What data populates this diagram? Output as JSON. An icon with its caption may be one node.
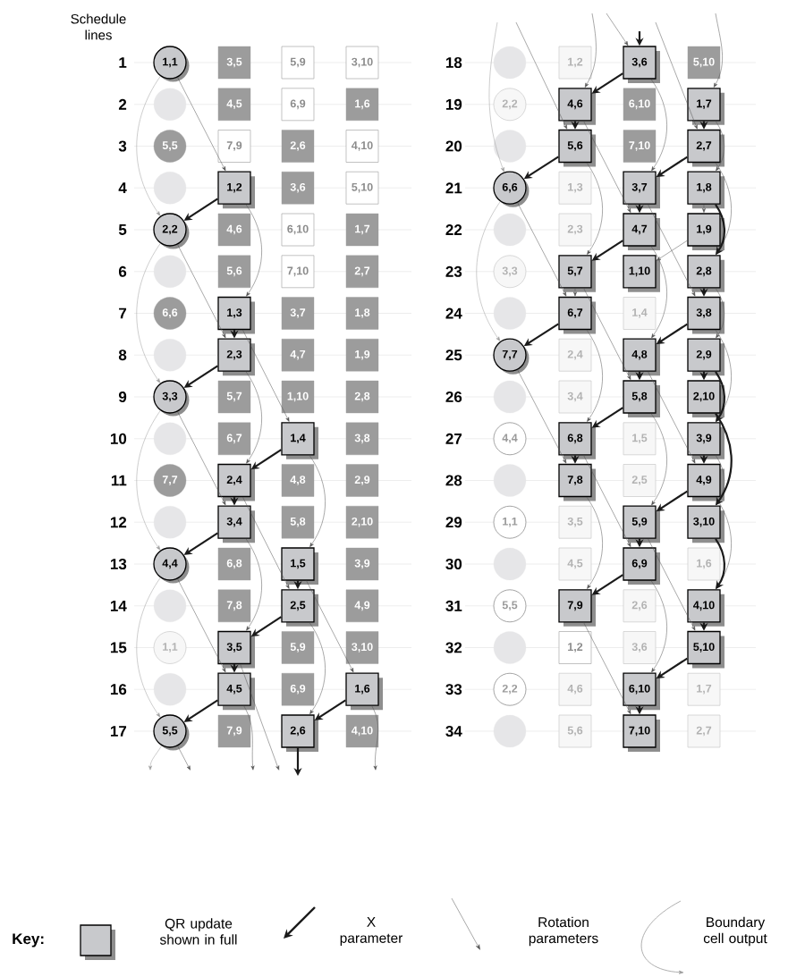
{
  "diagram": {
    "nodes": [
      {
        "text": [
          "1,1"
        ]
      },
      {
        "text": [
          "3,5"
        ]
      },
      {
        "text": [
          "5,9"
        ]
      },
      {
        "text": [
          "3,10"
        ]
      },
      {
        "text": [],
        "shape": "circle"
      },
      {
        "text": [
          "4,5"
        ]
      },
      {
        "text": [
          "6,9"
        ]
      },
      {
        "text": [
          "1,6"
        ]
      },
      {
        "text": [
          "5,5"
        ]
      },
      {
        "text": [
          "7,9"
        ]
      },
      {
        "text": [
          "2,6"
        ]
      },
      {
        "text": [
          "4,10"
        ]
      },
      {
        "text": [],
        "shape": "circle"
      },
      {
        "text": [
          "1,2"
        ]
      },
      {
        "text": [
          "3,6"
        ]
      },
      {
        "text": [
          "5,10"
        ]
      },
      {
        "text": [
          "2,2"
        ]
      },
      {
        "text": [
          "4,6"
        ]
      },
      {
        "text": [
          "6,10"
        ]
      },
      {
        "text": [
          "1,7"
        ]
      },
      {
        "text": [],
        "shape": "circle"
      },
      {
        "text": [
          "5,6"
        ]
      },
      {
        "text": [
          "7,10"
        ]
      },
      {
        "text": [
          "2,7"
        ]
      },
      {
        "text": [
          "6,6"
        ]
      },
      {
        "text": [
          "1,3"
        ]
      },
      {
        "text": [
          "3,7"
        ]
      },
      {
        "text": [
          "1,8"
        ]
      },
      {
        "text": [],
        "shape": "circle"
      },
      {
        "text": [
          "2,3"
        ]
      },
      {
        "text": [
          "4,7"
        ]
      },
      {
        "text": [
          "1,9"
        ]
      },
      {
        "text": [
          "3,3"
        ]
      },
      {
        "text": [
          "5,7"
        ]
      },
      {
        "text": [
          "1,10"
        ]
      },
      {
        "text": [
          "2,8"
        ]
      },
      {
        "text": [],
        "shape": "circle"
      },
      {
        "text": [
          "6,7"
        ]
      },
      {
        "text": [
          "1,4"
        ]
      },
      {
        "text": [
          "3,8"
        ]
      },
      {
        "text": [
          "7,7"
        ]
      },
      {
        "text": [
          "2,4"
        ]
      },
      {
        "text": [
          "4,8"
        ]
      },
      {
        "text": [
          "2,9"
        ]
      },
      {
        "text": [],
        "shape": "circle"
      },
      {
        "text": [
          "3,4"
        ]
      },
      {
        "text": [
          "5,8"
        ]
      },
      {
        "text": [
          "2,10"
        ]
      },
      {
        "text": [
          "4,4"
        ]
      },
      {
        "text": [
          "6,8"
        ]
      },
      {
        "text": [
          "1,5"
        ]
      },
      {
        "text": [
          "3,9"
        ]
      },
      {
        "text": [],
        "shape": "circle"
      },
      {
        "text": [
          "7,8"
        ]
      },
      {
        "text": [
          "2,5"
        ]
      },
      {
        "text": [
          "4,9"
        ]
      },
      {
        "text": [
          "1,1"
        ]
      },
      {
        "text": [
          "3,5"
        ]
      },
      {
        "text": [
          "5,9"
        ]
      },
      {
        "text": [
          "3,10"
        ]
      },
      {
        "text": [],
        "shape": "circle"
      },
      {
        "text": [
          "4,5"
        ]
      },
      {
        "text": [
          "6,9"
        ]
      },
      {
        "text": [
          "1,6"
        ]
      },
      {
        "text": [
          "5,5"
        ]
      },
      {
        "text": [
          "7,9"
        ]
      },
      {
        "text": [
          "2,6"
        ]
      },
      {
        "text": [
          "4,10"
        ]
      },
      {
        "text": [],
        "shape": "circle"
      },
      {
        "text": [
          "1,2"
        ]
      },
      {
        "text": [
          "3,6"
        ]
      },
      {
        "text": [
          "5,10"
        ]
      },
      {
        "text": [
          "2,2"
        ]
      },
      {
        "text": [
          "4,6"
        ]
      },
      {
        "text": [
          "6,10"
        ]
      },
      {
        "text": [
          "1,7"
        ]
      },
      {
        "text": [],
        "shape": "circle"
      },
      {
        "text": [
          "5,6"
        ]
      },
      {
        "text": [
          "7,10"
        ]
      },
      {
        "text": [
          "2,7"
        ]
      },
      {
        "text": [
          "6,6"
        ]
      },
      {
        "text": [
          "1,3"
        ]
      },
      {
        "text": [
          "3,7"
        ]
      },
      {
        "text": [
          "1,8"
        ]
      },
      {
        "text": [],
        "shape": "circle"
      },
      {
        "text": [
          "2,3"
        ]
      },
      {
        "text": [
          "4,7"
        ]
      },
      {
        "text": [
          "1,9"
        ]
      },
      {
        "text": [
          "3,3"
        ]
      },
      {
        "text": [
          "5,7"
        ]
      },
      {
        "text": [
          "1,10"
        ]
      },
      {
        "text": [
          "2,8"
        ]
      },
      {
        "text": [],
        "shape": "circle"
      },
      {
        "text": [
          "6,7"
        ]
      },
      {
        "text": [
          "1,4"
        ]
      },
      {
        "text": [
          "3,8"
        ]
      },
      {
        "text": [
          "7,7"
        ]
      },
      {
        "text": [
          "2,4"
        ]
      },
      {
        "text": [
          "4,8"
        ]
      },
      {
        "text": [
          "2,9"
        ]
      },
      {
        "text": [],
        "shape": "circle"
      },
      {
        "text": [
          "3,4"
        ]
      },
      {
        "text": [
          "5,8"
        ]
      },
      {
        "text": [
          "2,10"
        ]
      },
      {
        "text": [
          "4,4"
        ]
      },
      {
        "text": [
          "6,8"
        ]
      },
      {
        "text": [
          "1,5"
        ]
      },
      {
        "text": [
          "3,9"
        ]
      },
      {
        "text": [],
        "shape": "circle"
      },
      {
        "text": [
          "7,8"
        ]
      },
      {
        "text": [
          "2,5"
        ]
      },
      {
        "text": [
          "4,9"
        ]
      },
      {
        "text": [
          "1,1"
        ]
      },
      {
        "text": [
          "3,5"
        ]
      },
      {
        "text": [
          "5,9"
        ]
      },
      {
        "text": [
          "3,10"
        ]
      },
      {
        "text": [],
        "shape": "circle"
      },
      {
        "text": [
          "4,5"
        ]
      },
      {
        "text": [
          "6,9"
        ]
      },
      {
        "text": [
          "1,6"
        ]
      },
      {
        "text": [
          "5,5"
        ]
      },
      {
        "text": [
          "7,9"
        ]
      },
      {
        "text": [
          "2,6"
        ]
      },
      {
        "text": [
          "4,10"
        ]
      },
      {
        "text": [],
        "shape": "circle"
      },
      {
        "text": [
          "1,2"
        ]
      },
      {
        "text": [
          "3,6"
        ]
      },
      {
        "text": [
          "5,10"
        ]
      },
      {
        "text": [
          "2,2"
        ]
      },
      {
        "text": [
          "4,6"
        ]
      },
      {
        "text": [
          "6,10"
        ]
      },
      {
        "text": [
          "1,7"
        ]
      },
      {
        "text": [],
        "shape": "circle"
      },
      {
        "text": [
          "5,6"
        ]
      },
      {
        "text": [
          "7,10"
        ]
      },
      {
        "text": [
          "2,7"
        ]
      }
    ],
    "edges": [
      {
        "from": 0,
        "to": 16,
        "arrow": "to",
        "color": "#9a9a9a"
      },
      {
        "from": 16,
        "to": 32,
        "arrow": "to",
        "color": "#9a9a9a"
      },
      {
        "from": 32,
        "to": 48,
        "arrow": "to",
        "color": "#9a9a9a"
      },
      {
        "from": 48,
        "to": 64,
        "arrow": "to",
        "color": "#9a9a9a"
      },
      {
        "from": 64,
        "to": null,
        "arrow": "to",
        "color": "#9a9a9a"
      },
      {
        "from": null,
        "to": 80,
        "arrow": "to",
        "color": "#9a9a9a"
      },
      {
        "from": 80,
        "to": 96,
        "arrow": "to",
        "color": "#9a9a9a"
      },
      {
        "from": 0,
        "to": 13,
        "arrow": "to"
      },
      {
        "from": 13,
        "to": 25,
        "arrow": "to"
      },
      {
        "from": 25,
        "to": 38,
        "arrow": "to"
      },
      {
        "from": 38,
        "to": 50,
        "arrow": "to"
      },
      {
        "from": 50,
        "to": 63,
        "arrow": "to"
      },
      {
        "from": 63,
        "to": null,
        "arrow": "to"
      },
      {
        "from": null,
        "to": 75,
        "arrow": "to"
      },
      {
        "from": 75,
        "to": 83,
        "arrow": "to"
      },
      {
        "from": 83,
        "to": 87,
        "arrow": "to"
      },
      {
        "from": 87,
        "to": 90,
        "arrow": "to"
      },
      {
        "from": 16,
        "to": 29,
        "arrow": "to"
      },
      {
        "from": 29,
        "to": 41,
        "arrow": "to"
      },
      {
        "from": 41,
        "to": 54,
        "arrow": "to"
      },
      {
        "from": 54,
        "to": 66,
        "arrow": "to"
      },
      {
        "from": null,
        "to": 79,
        "arrow": "to"
      },
      {
        "from": 79,
        "to": 91,
        "arrow": "to"
      },
      {
        "from": 91,
        "to": 99,
        "arrow": "to"
      },
      {
        "from": 32,
        "to": 45,
        "arrow": "to"
      },
      {
        "from": 45,
        "to": 57,
        "arrow": "to"
      },
      {
        "from": 57,
        "to": null,
        "arrow": "to"
      },
      {
        "from": null,
        "to": 70,
        "arrow": "to"
      },
      {
        "from": 70,
        "to": 82,
        "arrow": "to"
      },
      {
        "from": 82,
        "to": 95,
        "arrow": "to"
      },
      {
        "from": 95,
        "to": 107,
        "arrow": "to"
      },
      {
        "from": 107,
        "to": 115,
        "arrow": "to"
      },
      {
        "from": 48,
        "to": 61,
        "arrow": "to"
      },
      {
        "from": 61,
        "to": null,
        "arrow": "to"
      },
      {
        "from": null,
        "to": 73,
        "arrow": "to"
      },
      {
        "from": 73,
        "to": 86,
        "arrow": "to"
      },
      {
        "from": 86,
        "to": 98,
        "arrow": "to"
      },
      {
        "from": 98,
        "to": 111,
        "arrow": "to"
      },
      {
        "from": 111,
        "to": 123,
        "arrow": "to"
      },
      {
        "from": 64,
        "to": null,
        "arrow": "to"
      },
      {
        "from": null,
        "to": 77,
        "arrow": "to"
      },
      {
        "from": 77,
        "to": 89,
        "arrow": "to"
      },
      {
        "from": 89,
        "to": 102,
        "arrow": "to"
      },
      {
        "from": 102,
        "to": 114,
        "arrow": "to"
      },
      {
        "from": 114,
        "to": 127,
        "arrow": "to"
      },
      {
        "from": 80,
        "to": 93,
        "arrow": "to"
      },
      {
        "from": 93,
        "to": 105,
        "arrow": "to"
      },
      {
        "from": 105,
        "to": 118,
        "arrow": "to"
      },
      {
        "from": 118,
        "to": 130,
        "arrow": "to"
      },
      {
        "from": 96,
        "to": 109,
        "arrow": "to"
      },
      {
        "from": 109,
        "to": 121,
        "arrow": "to"
      },
      {
        "from": 121,
        "to": 134,
        "arrow": "to"
      },
      {
        "from": 89,
        "to": 93,
        "arrow": "to"
      },
      {
        "from": 13,
        "to": 16,
        "arrow": "to",
        "style": "thick",
        "color": "#1a1a1a"
      },
      {
        "from": 25,
        "to": 29,
        "arrow": "to",
        "style": "thick",
        "color": "#1a1a1a"
      },
      {
        "from": 29,
        "to": 32,
        "arrow": "to",
        "style": "thick",
        "color": "#1a1a1a"
      },
      {
        "from": 38,
        "to": 41,
        "arrow": "to",
        "style": "thick",
        "color": "#1a1a1a"
      },
      {
        "from": 41,
        "to": 45,
        "arrow": "to",
        "style": "thick",
        "color": "#1a1a1a"
      },
      {
        "from": 45,
        "to": 48,
        "arrow": "to",
        "style": "thick",
        "color": "#1a1a1a"
      },
      {
        "from": 50,
        "to": 54,
        "arrow": "to",
        "style": "thick",
        "color": "#1a1a1a"
      },
      {
        "from": 54,
        "to": 57,
        "arrow": "to",
        "style": "thick",
        "color": "#1a1a1a"
      },
      {
        "from": 57,
        "to": 61,
        "arrow": "to",
        "style": "thick",
        "color": "#1a1a1a"
      },
      {
        "from": 61,
        "to": 64,
        "arrow": "to",
        "style": "thick",
        "color": "#1a1a1a"
      },
      {
        "from": 63,
        "to": 66,
        "arrow": "to",
        "style": "thick",
        "color": "#1a1a1a"
      },
      {
        "from": 66,
        "to": null,
        "arrow": "to",
        "style": "thick",
        "color": "#1a1a1a"
      },
      {
        "from": null,
        "to": 70,
        "arrow": "to",
        "style": "thick",
        "color": "#1a1a1a"
      },
      {
        "from": 70,
        "to": 73,
        "arrow": "to",
        "style": "thick",
        "color": "#1a1a1a"
      },
      {
        "from": 73,
        "to": 77,
        "arrow": "to",
        "style": "thick",
        "color": "#1a1a1a"
      },
      {
        "from": 77,
        "to": 80,
        "arrow": "to",
        "style": "thick",
        "color": "#1a1a1a"
      },
      {
        "from": 75,
        "to": 79,
        "arrow": "to",
        "style": "thick",
        "color": "#1a1a1a"
      },
      {
        "from": 79,
        "to": 82,
        "arrow": "to",
        "style": "thick",
        "color": "#1a1a1a"
      },
      {
        "from": 82,
        "to": 86,
        "arrow": "to",
        "style": "thick",
        "color": "#1a1a1a"
      },
      {
        "from": 86,
        "to": 89,
        "arrow": "to",
        "style": "thick",
        "color": "#1a1a1a"
      },
      {
        "from": 93,
        "to": 96,
        "arrow": "to",
        "style": "thick",
        "color": "#1a1a1a"
      },
      {
        "from": 83,
        "to": 91,
        "arrow": "to",
        "style": "thick",
        "color": "#1a1a1a"
      },
      {
        "from": 91,
        "to": 95,
        "arrow": "to",
        "style": "thick",
        "color": "#1a1a1a"
      },
      {
        "from": 95,
        "to": 98,
        "arrow": "to",
        "style": "thick",
        "color": "#1a1a1a"
      },
      {
        "from": 98,
        "to": 102,
        "arrow": "to",
        "style": "thick",
        "color": "#1a1a1a"
      },
      {
        "from": 102,
        "to": 105,
        "arrow": "to",
        "style": "thick",
        "color": "#1a1a1a"
      },
      {
        "from": 105,
        "to": 109,
        "arrow": "to",
        "style": "thick",
        "color": "#1a1a1a"
      },
      {
        "from": 99,
        "to": 103,
        "arrow": "to",
        "style": "thick",
        "color": "#1a1a1a"
      },
      {
        "from": 99,
        "to": 107,
        "arrow": "to",
        "style": "thick",
        "color": "#1a1a1a"
      },
      {
        "from": 103,
        "to": 115,
        "arrow": "to",
        "style": "thick",
        "color": "#1a1a1a"
      },
      {
        "from": 107,
        "to": 111,
        "arrow": "to",
        "style": "thick",
        "color": "#1a1a1a"
      },
      {
        "from": 111,
        "to": 114,
        "arrow": "to",
        "style": "thick",
        "color": "#1a1a1a"
      },
      {
        "from": 114,
        "to": 118,
        "arrow": "to",
        "style": "thick",
        "color": "#1a1a1a"
      },
      {
        "from": 118,
        "to": 121,
        "arrow": "to",
        "style": "thick",
        "color": "#1a1a1a"
      },
      {
        "from": 115,
        "to": 123,
        "arrow": "to",
        "style": "thick",
        "color": "#1a1a1a"
      },
      {
        "from": 123,
        "to": 127,
        "arrow": "to",
        "style": "thick",
        "color": "#1a1a1a"
      },
      {
        "from": 127,
        "to": 130,
        "arrow": "to",
        "style": "thick",
        "color": "#1a1a1a"
      },
      {
        "from": 130,
        "to": 134,
        "arrow": "to",
        "style": "thick",
        "color": "#1a1a1a"
      }
    ],
    "labels": [
      "Schedule lines",
      "1",
      "2",
      "3",
      "4",
      "5",
      "6",
      "7",
      "8",
      "9",
      "10",
      "11",
      "12",
      "13",
      "14",
      "15",
      "16",
      "17",
      "18",
      "19",
      "20",
      "21",
      "22",
      "23",
      "24",
      "25",
      "26",
      "27",
      "28",
      "29",
      "30",
      "31",
      "32",
      "33",
      "34",
      "Key:"
    ],
    "legend": [
      {
        "text": "QR update shown in full"
      },
      {
        "text": "X parameter"
      },
      {
        "text": "Rotation parameters"
      },
      {
        "text": "Boundary cell output"
      }
    ]
  }
}
